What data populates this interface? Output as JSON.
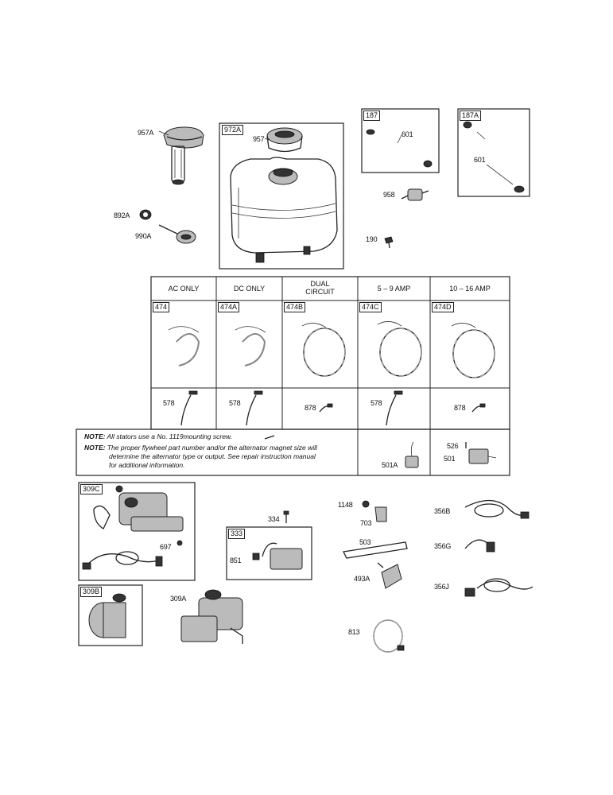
{
  "upper": {
    "l957A": "957A",
    "l972A": "972A",
    "l957": "957",
    "l187": "187",
    "l187A": "187A",
    "l601a": "601",
    "l601b": "601",
    "l958": "958",
    "l892A": "892A",
    "l990A": "990A",
    "l190": "190"
  },
  "table": {
    "headers": [
      "AC ONLY",
      "DC ONLY",
      "DUAL\nCIRCUIT",
      "5 – 9 AMP",
      "10 – 16 AMP"
    ],
    "stator_tags": [
      "474",
      "474A",
      "474B",
      "474C",
      "474D"
    ],
    "lead_labels": [
      "578",
      "578",
      "878",
      "578",
      "878"
    ],
    "l501A": "501A",
    "l526": "526",
    "l501": "501"
  },
  "notes": {
    "note1_prefix": "NOTE:",
    "note1_text": "All stators use a No. 1119mounting screw.",
    "note2_prefix": "NOTE:",
    "note2_line1": "The proper flywheel part number and/or the alternator magnet size will",
    "note2_line2": "determine the alternator type or output. See repair instruction manual",
    "note2_line3": "for additional information."
  },
  "lower": {
    "l309C": "309C",
    "l697": "697",
    "l309B": "309B",
    "l309A": "309A",
    "l334": "334",
    "l333": "333",
    "l851": "851",
    "l1148": "1148",
    "l703": "703",
    "l503": "503",
    "l493A": "493A",
    "l813": "813",
    "l356B": "356B",
    "l356G": "356G",
    "l356J": "356J"
  }
}
